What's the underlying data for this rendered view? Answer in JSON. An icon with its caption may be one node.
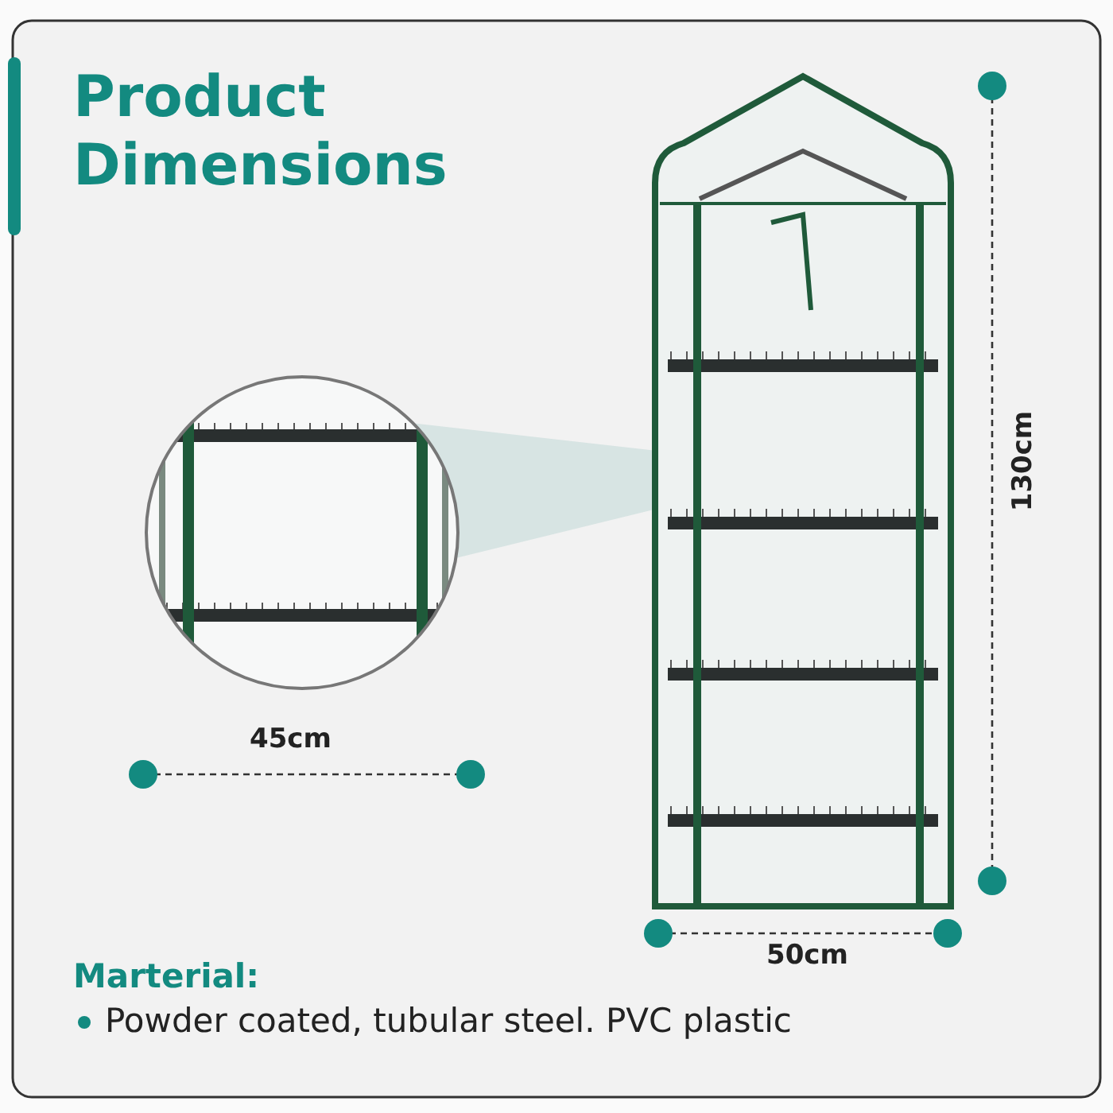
{
  "diagram": {
    "title": "Product Dimensions",
    "labels": [
      "130cm",
      "45cm",
      "50cm",
      "Marterial:",
      "Powder coated, tubular steel. PVC plastic"
    ]
  }
}
